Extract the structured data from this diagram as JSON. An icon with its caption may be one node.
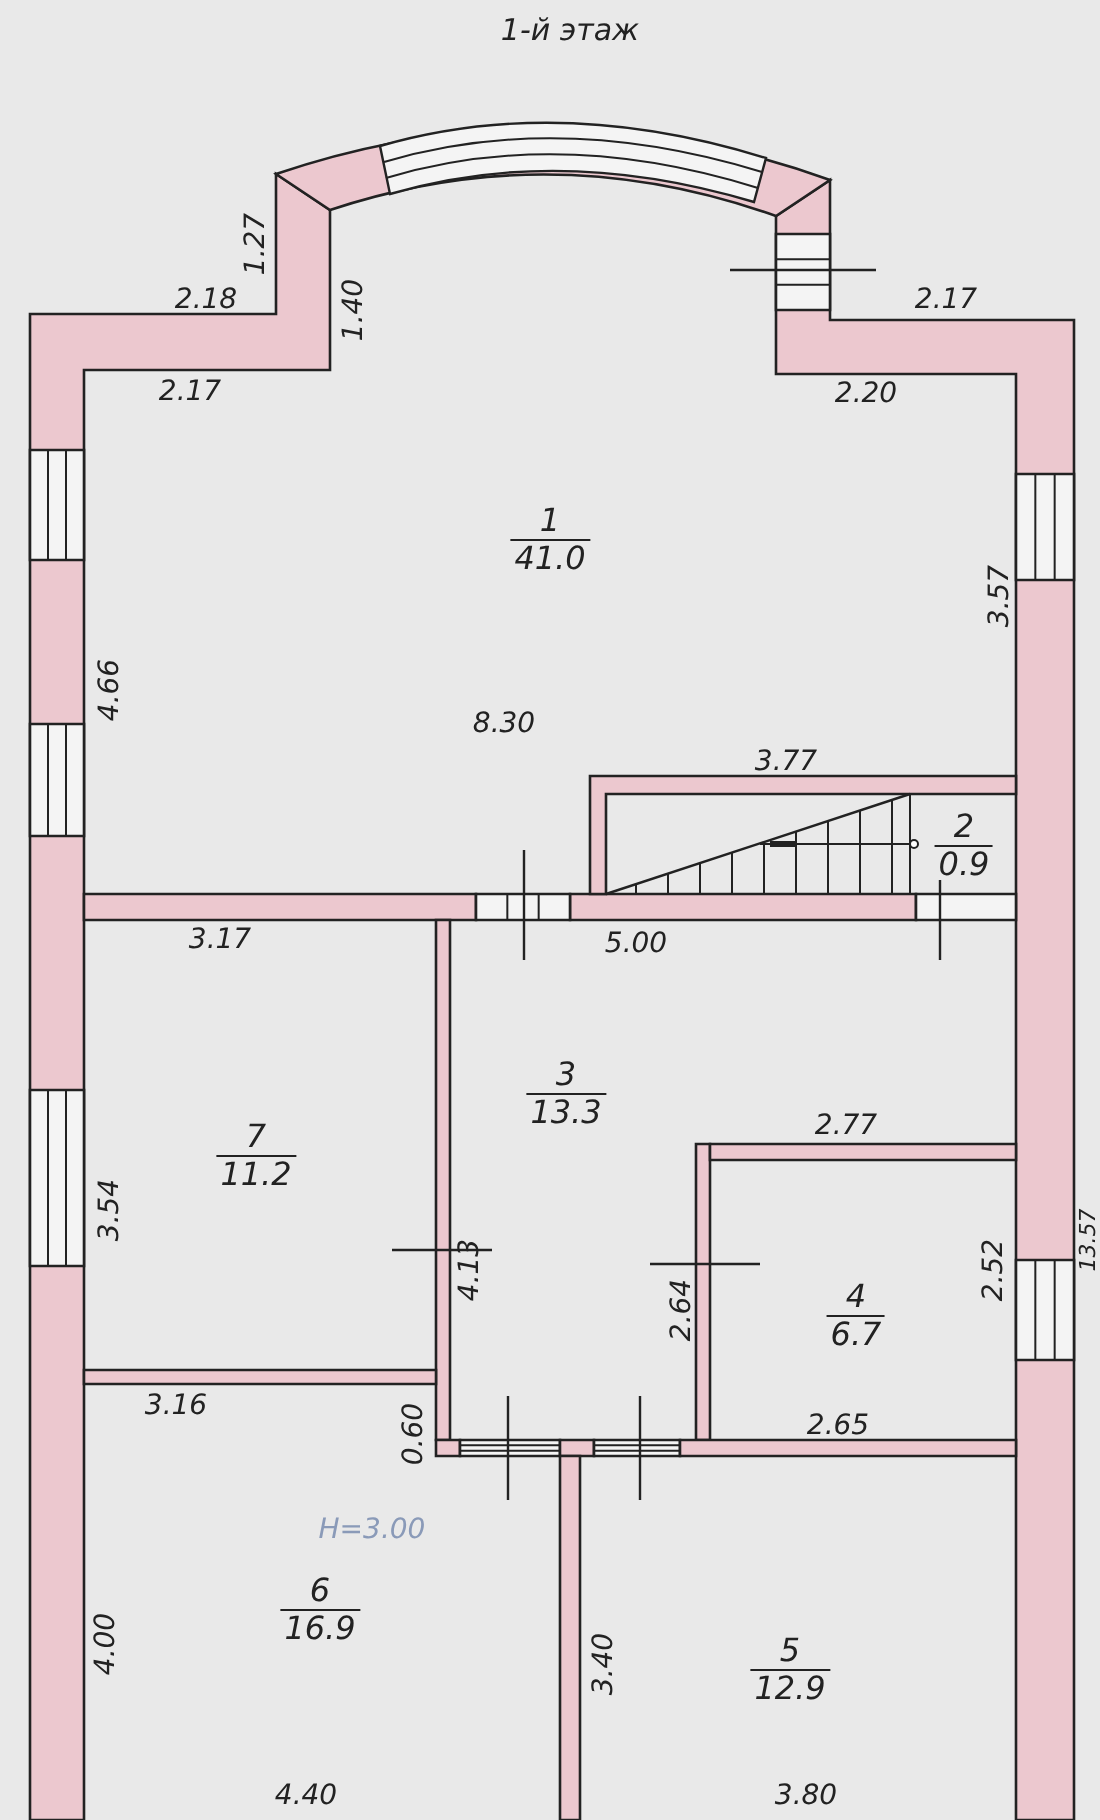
{
  "diagram": {
    "title": "1-й этаж",
    "nodes": [
      {
        "text": [
          "1",
          "41.0"
        ]
      },
      {
        "text": [
          "2",
          "0.9"
        ]
      },
      {
        "text": [
          "3",
          "13.3"
        ]
      },
      {
        "text": [
          "7",
          "11.2"
        ]
      },
      {
        "text": [
          "4",
          "6.7"
        ]
      },
      {
        "text": [
          "6",
          "16.9"
        ]
      },
      {
        "text": [
          "5",
          "12.9"
        ]
      }
    ],
    "labels": [
      "1.27",
      "2.18",
      "1.40",
      "2.17",
      "2.17",
      "2.20",
      "3.57",
      "4.66",
      "8.30",
      "3.77",
      "3.17",
      "5.00",
      "2.77",
      "3.54",
      "4.13",
      "2.64",
      "2.52",
      "13.57",
      "3.16",
      "0.60",
      "2.65",
      "H=3.00",
      "4.00",
      "3.40",
      "4.40",
      "3.80"
    ]
  }
}
